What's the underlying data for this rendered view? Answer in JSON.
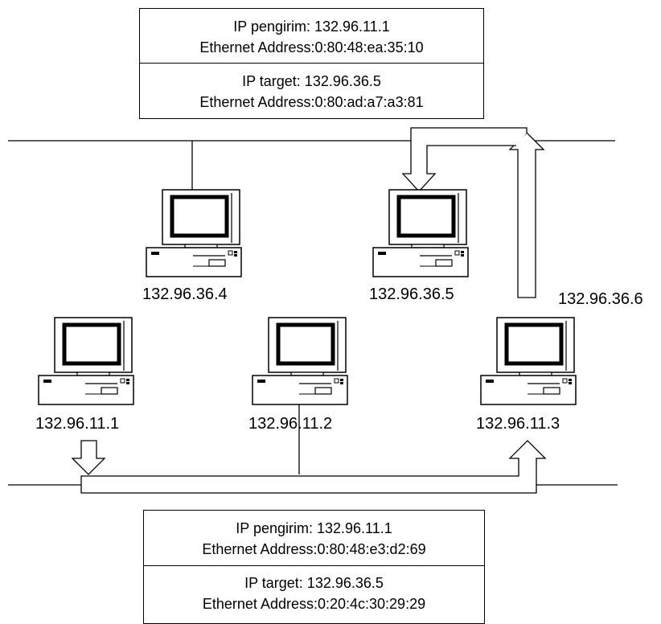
{
  "top_packet": {
    "sender_ip": "IP pengirim: 132.96.11.1",
    "sender_eth": "Ethernet Address:0:80:48:ea:35:10",
    "target_ip": "IP target: 132.96.36.5",
    "target_eth": "Ethernet Address:0:80:ad:a7:a3:81"
  },
  "bottom_packet": {
    "sender_ip": "IP pengirim: 132.96.11.1",
    "sender_eth": "Ethernet Address:0:80:48:e3:d2:69",
    "target_ip": "IP target: 132.96.36.5",
    "target_eth": "Ethernet Address:0:20:4c:30:29:29"
  },
  "hosts": {
    "h_36_4": "132.96.36.4",
    "h_36_5": "132.96.36.5",
    "h_36_6": "132.96.36.6",
    "h_11_1": "132.96.11.1",
    "h_11_2": "132.96.11.2",
    "h_11_3": "132.96.11.3"
  }
}
